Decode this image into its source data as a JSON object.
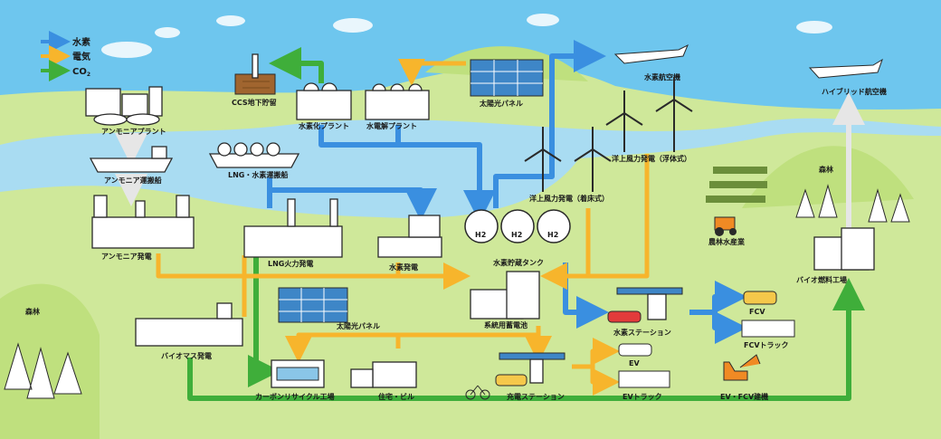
{
  "legend": {
    "hydrogen": "水素",
    "electricity": "電気",
    "co2_main": "CO",
    "co2_sub": "2"
  },
  "labels": {
    "ammonia_plant": "アンモニアプラント",
    "ccs": "CCS地下貯留",
    "hydrogenation_plant": "水素化プラント",
    "electrolysis_plant": "水電解プラント",
    "solar_top": "太陽光パネル",
    "hydrogen_aircraft": "水素航空機",
    "hybrid_aircraft": "ハイブリッド航空機",
    "ammonia_ship": "アンモニア運搬船",
    "lng_ship": "LNG・水素運搬船",
    "offshore_floating": "洋上風力発電（浮体式）",
    "offshore_fixed": "洋上風力発電（着床式）",
    "forest_right": "森林",
    "agriculture": "農林水産業",
    "ammonia_power": "アンモニア発電",
    "lng_power": "LNG火力発電",
    "hydrogen_power": "水素発電",
    "hydrogen_tank": "水素貯蔵タンク",
    "biofuel_factory": "バイオ燃料工場",
    "forest_left": "森林",
    "solar_mid": "太陽光パネル",
    "grid_battery": "系統用蓄電池",
    "hydrogen_station": "水素ステーション",
    "fcv": "FCV",
    "fcv_truck": "FCVトラック",
    "biomass_power": "バイオマス発電",
    "carbon_recycle": "カーボンリサイクル工場",
    "housing": "住宅・ビル",
    "charging_station": "充電ステーション",
    "ev": "EV",
    "ev_truck": "EVトラック",
    "construction": "EV・FCV建機"
  },
  "colors": {
    "hydrogen_arrow": "#3a8fe0",
    "electricity_arrow": "#f7b52c",
    "co2_arrow": "#3fae3a",
    "sky": "#6ec6ee",
    "water": "#a9dcf2",
    "land": "#cfe89a",
    "hill": "#bfe07e"
  },
  "icons": {
    "hydrogen_tank_mark": "H2"
  }
}
